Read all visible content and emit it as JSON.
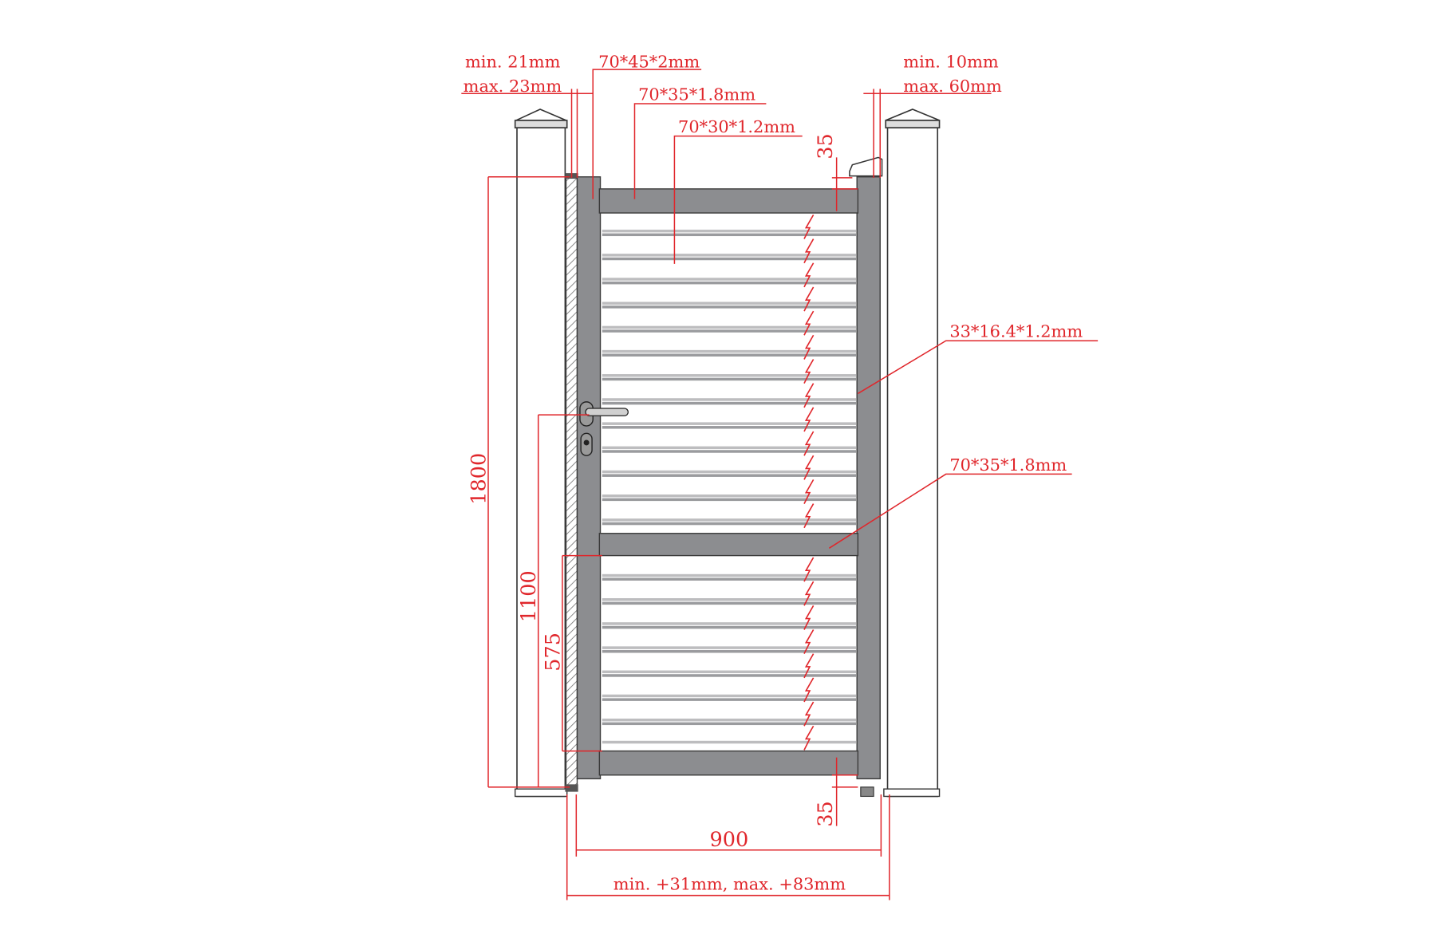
{
  "drawing": {
    "title": "Aluminium single gate technical drawing",
    "colors": {
      "dimension": "#e0262b",
      "frame": "#8c8d90",
      "outline": "#333333"
    },
    "labels": {
      "left_gap_min": "min. 21mm",
      "left_gap_max": "max. 23mm",
      "right_gap_min": "min. 10mm",
      "right_gap_max": "max. 60mm",
      "stile_profile": "70*45*2mm",
      "rail_profile": "70*35*1.8mm",
      "slat_profile": "70*30*1.2mm",
      "side_profile": "33*16.4*1.2mm",
      "mid_rail_profile": "70*35*1.8mm"
    },
    "dimensions": {
      "height": "1800",
      "handle_height": "1100",
      "lower_panel_height": "575",
      "top_clearance": "35",
      "bottom_clearance": "35",
      "width": "900",
      "opening": "min. +31mm, max. +83mm"
    }
  }
}
